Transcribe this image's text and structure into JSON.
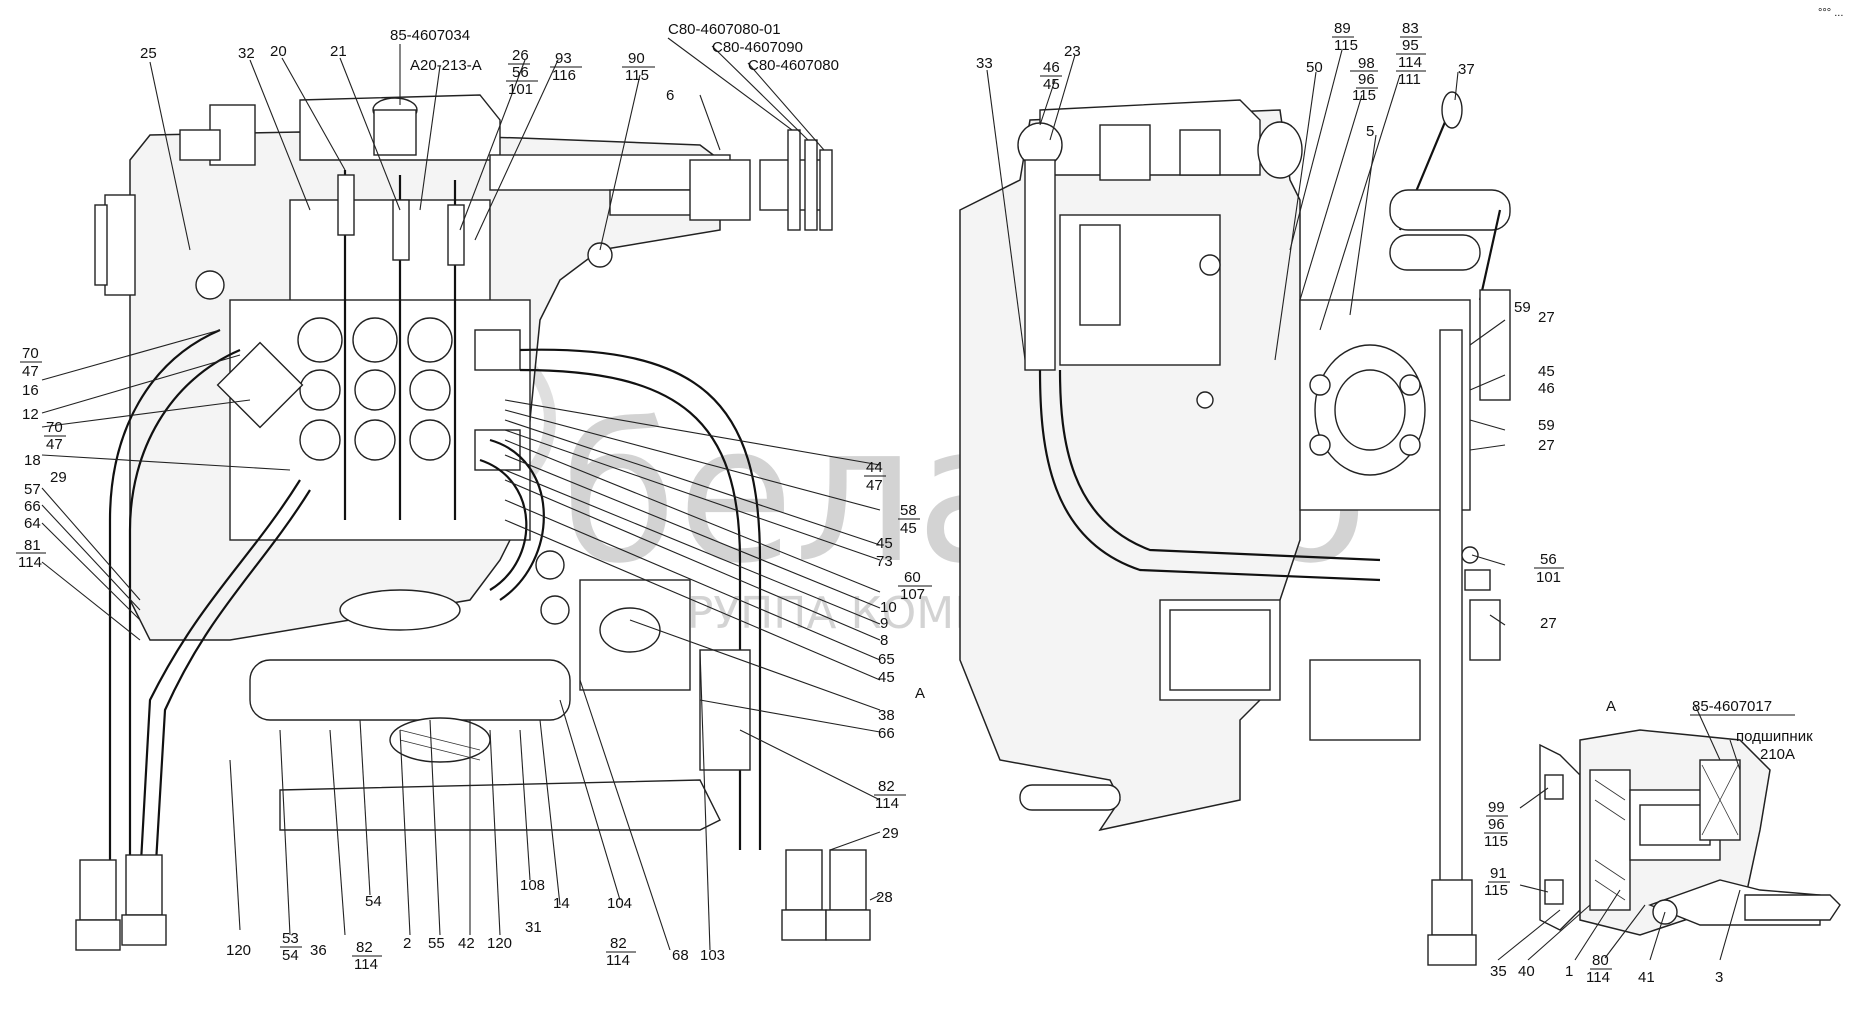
{
  "watermark": {
    "brand": "белагро",
    "subtitle": "ГРУППА КОМПАНИЙ",
    "corner": "°°° ..."
  },
  "left_view": {
    "labels": {
      "l25": "25",
      "l32": "32",
      "l20": "20",
      "l21": "21",
      "l26": "26",
      "l56": "56",
      "l101": "101",
      "l93": "93",
      "l116": "116",
      "l90": "90",
      "l115": "115",
      "l6": "6",
      "l70a": "70",
      "l47a": "47",
      "l16": "16",
      "l12": "12",
      "l70b": "70",
      "l47b": "47",
      "l18": "18",
      "l29": "29",
      "l57": "57",
      "l66": "66",
      "l64": "64",
      "l81": "81",
      "l114a": "114",
      "l44": "44",
      "l47c": "47",
      "l58": "58",
      "l45a": "45",
      "l45b": "45",
      "l73": "73",
      "l60": "60",
      "l107": "107",
      "l10": "10",
      "l9": "9",
      "l8": "8",
      "l65": "65",
      "l45c": "45",
      "l38": "38",
      "l66b": "66",
      "lA": "A",
      "l82a": "82",
      "l114b": "114",
      "l29b": "29",
      "l28": "28",
      "l120": "120",
      "l53": "53",
      "l54a": "54",
      "l36": "36",
      "l82b": "82",
      "l114c": "114",
      "l54b": "54",
      "l2": "2",
      "l55": "55",
      "l42": "42",
      "l120b": "120",
      "l108": "108",
      "l31": "31",
      "l14": "14",
      "l104": "104",
      "l82c": "82",
      "l114d": "114",
      "l68": "68",
      "l103": "103"
    },
    "part_numbers": {
      "p1": "85-4607034",
      "p2": "А20-213-А",
      "p3": "С80-4607080-01",
      "p4": "С80-4607090",
      "p5": "С80-4607080"
    }
  },
  "right_view": {
    "labels": {
      "l33": "33",
      "l46": "46",
      "l45": "45",
      "l23": "23",
      "l50": "50",
      "l89": "89",
      "l115a": "115",
      "l98": "98",
      "l96": "96",
      "l115b": "115",
      "l83": "83",
      "l95": "95",
      "l114": "114",
      "l111": "111",
      "l37": "37",
      "l5": "5",
      "l59a": "59",
      "l27a": "27",
      "l45b": "45",
      "l46b": "46",
      "l59b": "59",
      "l27b": "27",
      "l56": "56",
      "l101": "101",
      "l27c": "27"
    }
  },
  "detail_A": {
    "title": "А",
    "part_number": "85-4607017",
    "bearing_text": "подшипник",
    "bearing_code": "210А",
    "labels": {
      "l99": "99",
      "l96": "96",
      "l115": "115",
      "l91": "91",
      "l115b": "115",
      "l35": "35",
      "l40": "40",
      "l1": "1",
      "l80": "80",
      "l114": "114",
      "l41": "41",
      "l3": "3"
    }
  }
}
